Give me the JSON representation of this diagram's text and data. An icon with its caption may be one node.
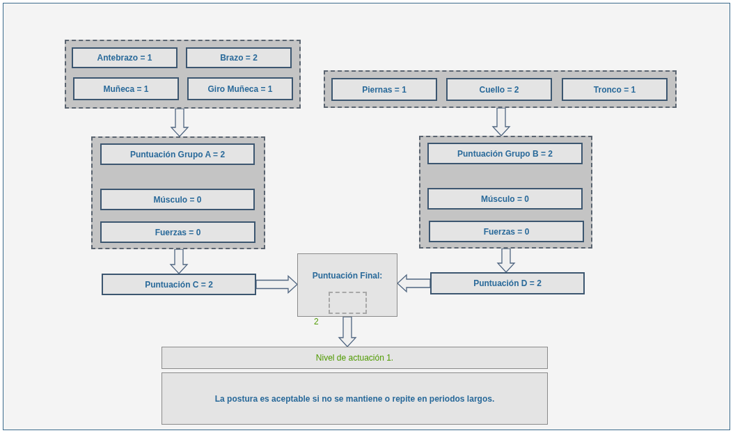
{
  "diagram": {
    "nodes": [
      {
        "text": [],
        "shape": "box"
      },
      {
        "text": [
          "Antebrazo = 1"
        ],
        "in": 0
      },
      {
        "text": [
          "Brazo = 2"
        ],
        "in": 0
      },
      {
        "text": [
          "Muñeca = 1"
        ],
        "in": 0
      },
      {
        "text": [
          "Giro Muñeca = 1"
        ],
        "in": 0
      },
      {
        "text": [],
        "shape": "box"
      },
      {
        "text": [
          "Piernas = 1"
        ],
        "in": 5
      },
      {
        "text": [
          "Cuello = 2"
        ],
        "in": 5
      },
      {
        "text": [
          "Tronco = 1"
        ],
        "in": 5
      },
      {
        "text": [],
        "shape": "box"
      },
      {
        "text": [
          "Puntuación Grupo A = 2"
        ],
        "in": 9
      },
      {
        "text": [
          "Músculo = 0"
        ],
        "in": 9
      },
      {
        "text": [
          "Fuerzas = 0"
        ],
        "in": 9
      },
      {
        "text": [],
        "shape": "box"
      },
      {
        "text": [
          "Puntuación Grupo B = 2"
        ],
        "in": 13
      },
      {
        "text": [
          "Músculo = 0"
        ],
        "in": 13
      },
      {
        "text": [
          "Fuerzas = 0"
        ],
        "in": 13
      },
      {
        "text": [
          "Puntuación C = 2"
        ]
      },
      {
        "text": [
          "Puntuación D = 2"
        ]
      },
      {
        "text": [
          "Puntuación Final:"
        ],
        "beside": [
          "2"
        ]
      },
      {
        "text": [],
        "shape": "box",
        "in": 19
      },
      {
        "text": [
          "Nivel de actuación 1."
        ]
      },
      {
        "text": [
          "La postura es aceptable si no se mantiene o repite en periodos largos."
        ]
      }
    ],
    "edges": [
      {
        "from": 0,
        "to": 9,
        "arrow": "to"
      },
      {
        "from": 5,
        "to": 13,
        "arrow": "to"
      },
      {
        "from": 9,
        "to": 17,
        "arrow": "to"
      },
      {
        "from": 13,
        "to": 18,
        "arrow": "to"
      },
      {
        "from": 17,
        "to": 19,
        "arrow": "to"
      },
      {
        "from": 18,
        "to": 19,
        "arrow": "to"
      },
      {
        "from": 19,
        "to": 21,
        "arrow": "to"
      }
    ]
  }
}
